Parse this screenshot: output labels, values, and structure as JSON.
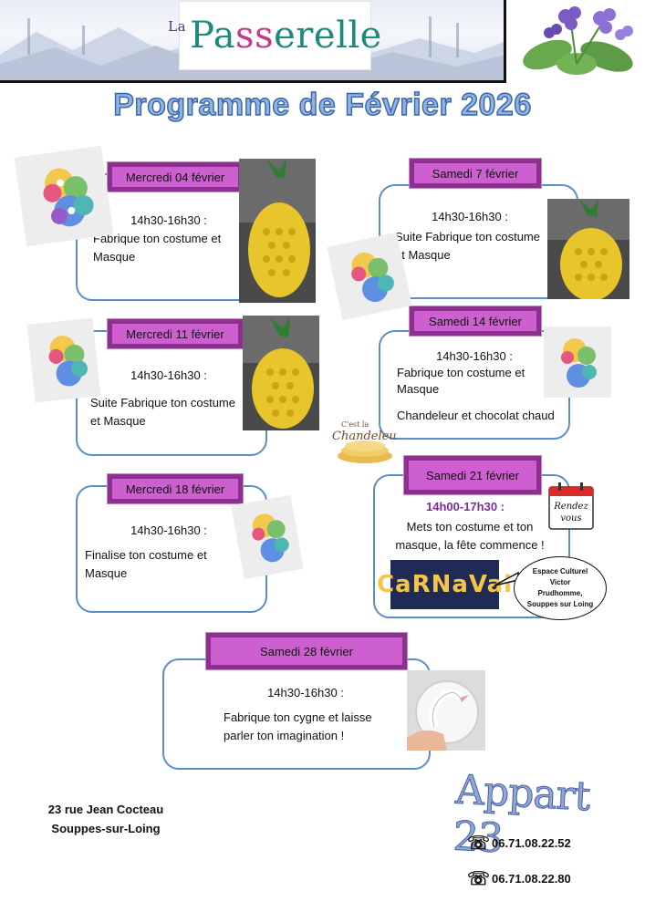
{
  "header": {
    "logo_la": "La",
    "logo_pa": "Pa",
    "logo_ss": "ss",
    "logo_rest": "erelle"
  },
  "title": "Programme de Février 2026",
  "events": [
    {
      "date": "Mercredi 04 février",
      "time": "14h30-16h30 :",
      "text": [
        "Fabrique ton costume et",
        "Masque"
      ]
    },
    {
      "date": "Samedi 7 février",
      "time": "14h30-16h30 :",
      "text": [
        "Suite Fabrique ton costume",
        "et Masque"
      ]
    },
    {
      "date": "Mercredi 11 février",
      "time": "14h30-16h30 :",
      "text": [
        "Suite Fabrique ton costume",
        "et Masque"
      ]
    },
    {
      "date": "Samedi 14 février",
      "time": "14h30-16h30 :",
      "text": [
        "Fabrique ton costume et",
        "Masque",
        "Chandeleur et chocolat chaud"
      ]
    },
    {
      "date": "Mercredi 18 février",
      "time": "14h30-16h30 :",
      "text": [
        "Finalise ton costume et",
        "Masque"
      ]
    },
    {
      "date": "Samedi 21 février",
      "time": "14h00-17h30 :",
      "text": [
        "Mets ton costume et ton",
        "masque, la fête commence !"
      ]
    },
    {
      "date": "Samedi 28 février",
      "time": "14h30-16h30 :",
      "text": [
        "Fabrique ton cygne et laisse",
        "parler ton imagination !"
      ]
    }
  ],
  "bubble": [
    "Espace Culturel",
    "Victor",
    "Prudhomme,",
    "Souppes sur Loing"
  ],
  "chandeleur": [
    "C'est la",
    "Chandeleur"
  ],
  "rendez_vous": [
    "Rendez",
    "vous"
  ],
  "carnaval": "CaRNaVal",
  "address": [
    "23 rue Jean Cocteau",
    "Souppes-sur-Loing"
  ],
  "appart": "Appart 23",
  "phones": [
    "06.71.08.22.52",
    "06.71.08.22.80"
  ],
  "colors": {
    "accent_time": "#7b2c9c",
    "label_bg": "#ce5fd0",
    "label_border": "#8d2f8f",
    "box_border": "#5b8ec9"
  }
}
